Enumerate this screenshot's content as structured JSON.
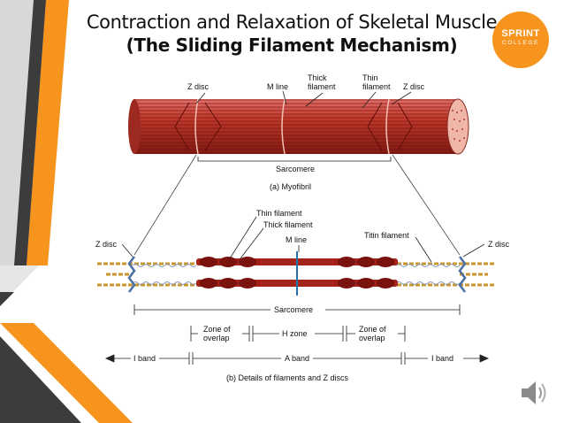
{
  "slide": {
    "title_line1": "Contraction and Relaxation of Skeletal Muscle",
    "title_line2": "(The Sliding Filament Mechanism)",
    "logo_name": "SPRINT",
    "logo_sub": "COLLEGE",
    "accent_orange": "#f7941d",
    "accent_dark": "#3c3c3c",
    "muscle_red": "#b22222"
  },
  "figure_a": {
    "labels": {
      "z_disc_left": "Z disc",
      "m_line": "M line",
      "thick_1": "Thick",
      "thick_2": "filament",
      "thin_1": "Thin",
      "thin_2": "filament",
      "z_disc_right": "Z disc",
      "sarcomere": "Sarcomere"
    },
    "caption": "(a) Myofibril"
  },
  "figure_b": {
    "labels": {
      "thin_filament": "Thin filament",
      "thick_filament": "Thick filament",
      "m_line": "M line",
      "titin_filament": "Titin filament",
      "z_disc_left": "Z disc",
      "z_disc_right": "Z disc",
      "sarcomere": "Sarcomere",
      "zone_overlap_left_1": "Zone of",
      "zone_overlap_left_2": "overlap",
      "h_zone": "H zone",
      "zone_overlap_right_1": "Zone of",
      "zone_overlap_right_2": "overlap",
      "i_band_left": "I band",
      "a_band": "A band",
      "i_band_right": "I band"
    },
    "caption": "(b) Details of filaments and Z discs"
  },
  "audio": {
    "icon": "speaker-icon"
  }
}
